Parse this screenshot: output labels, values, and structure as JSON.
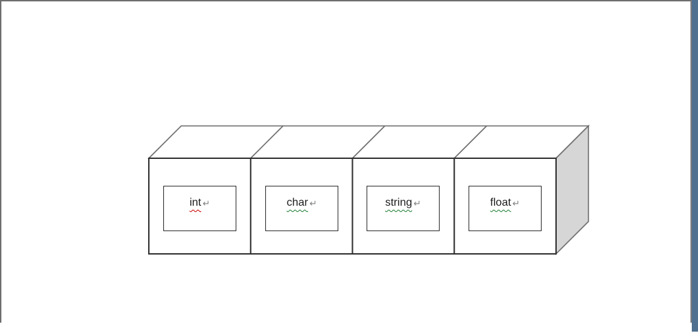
{
  "window": {
    "page_background": "#ffffff",
    "page_border_color": "#6e6e6e",
    "scrollbar_color": "#50708f"
  },
  "diagram": {
    "description": "Row of four 3D boxes, each containing a data-type label box",
    "return_mark": "↵",
    "colors": {
      "cube_face": "#ffffff",
      "cube_side_shade": "#d6d6d6",
      "front_outline": "#333333",
      "top_outline": "#6e6e6e",
      "label_box_border": "#2e2e2e",
      "spellcheck_red": "#cc0000",
      "grammar_green": "#1e7d32"
    },
    "boxes": [
      {
        "label": "int",
        "underline_color": "#cc0000"
      },
      {
        "label": "char",
        "underline_color": "#1e7d32"
      },
      {
        "label": "string",
        "underline_color": "#1e7d32"
      },
      {
        "label": "float",
        "underline_color": "#1e7d32"
      }
    ]
  }
}
